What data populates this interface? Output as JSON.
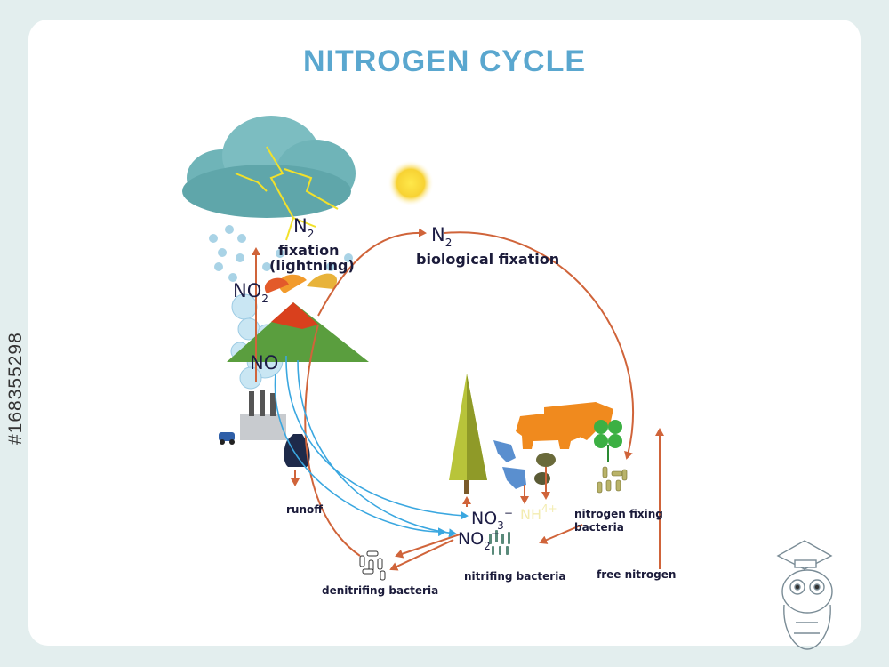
{
  "title": "NITROGEN CYCLE",
  "labels": {
    "n2_top": "N",
    "n2_top_sub": "2",
    "fixation": "fixation",
    "lightning": "(lightning)",
    "no2": "NO",
    "no2_sub": "2",
    "no": "NO",
    "n2_bio": "N",
    "n2_bio_sub": "2",
    "biological_fixation": "biological fixation",
    "runoff": "runoff",
    "no3": "NO",
    "no3_sub": "3",
    "no3_sup": "−",
    "no2_b": "NO",
    "no2_b_sub": "2",
    "no2_b_sup": "−",
    "nh4": "NH",
    "nh4_sup": "4+",
    "nitrogen_fixing": "nitrogen fixing",
    "bacteria": "bacteria",
    "nitrifing_bacteria": "nitrifing bacteria",
    "denitrifing_bacteria": "denitrifing bacteria",
    "free_nitrogen": "free nitrogen"
  },
  "stock_id": "#168355298",
  "icons": [
    "cloud-icon",
    "lightning-icon",
    "sun-icon",
    "volcano-icon",
    "factory-icon",
    "car-icon",
    "fertilizer-bag-icon",
    "tree-icon",
    "cattle-icon",
    "clover-icon",
    "bacteria-icon",
    "owl-mascot-icon"
  ],
  "colors": {
    "title": "#5aa7cf",
    "arrow_orange": "#d0643a",
    "arrow_blue": "#3aa7e0",
    "cattle": "#f08a1e",
    "cloud": "#6fb4b8",
    "mountain": "#5a9e3e",
    "tree": "#b8c43a"
  }
}
